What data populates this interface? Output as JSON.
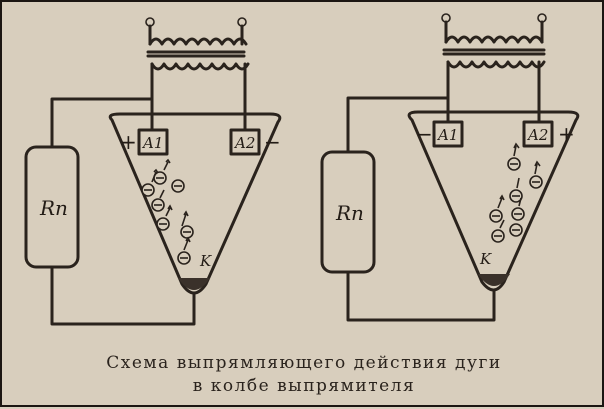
{
  "colors": {
    "paper": "#d8cebd",
    "ink": "#2a231d",
    "mercury": "#3a312a"
  },
  "left_circuit": {
    "resistor_label": "Rп",
    "anode1_label": "A1",
    "anode2_label": "A2",
    "anode1_sign": "+",
    "anode2_sign": "−",
    "cathode_label": "K",
    "electron_symbol": "⊖"
  },
  "right_circuit": {
    "resistor_label": "Rп",
    "anode1_label": "A1",
    "anode2_label": "A2",
    "anode1_sign": "−",
    "anode2_sign": "+",
    "cathode_label": "K",
    "electron_symbol": "⊖"
  },
  "caption": {
    "line1": "Схема выпрямляющего действия дуги",
    "line2": "в колбе выпрямителя"
  }
}
